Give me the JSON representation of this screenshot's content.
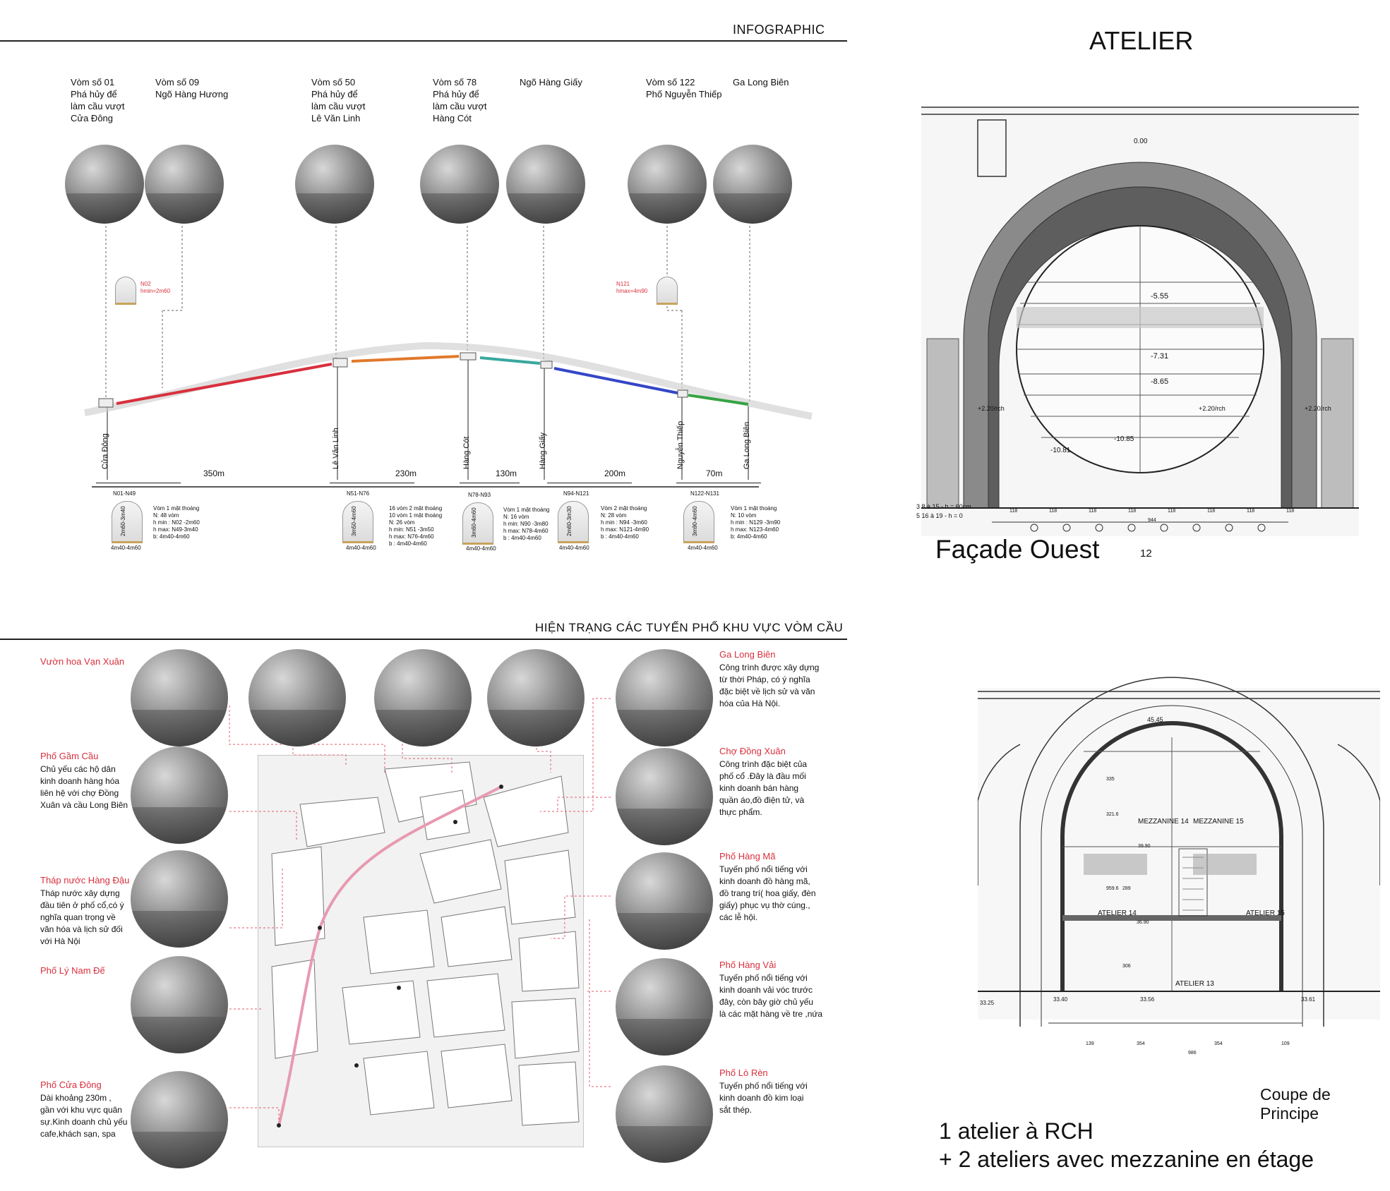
{
  "top_header": "INFOGRAPHIC",
  "atelier_title": "ATELIER",
  "vom_labels": [
    "Vòm số 01\nPhá hủy để\nlàm cầu vượt\nCửa Đông",
    "Vòm số 09\nNgõ Hàng Hương",
    "Vòm số 50\nPhá hủy để\nlàm cầu vượt\nLê Văn Linh",
    "Vòm số 78\nPhá hủy để\nlàm cầu vượt\nHàng Cót",
    "Ngõ Hàng Giấy",
    "Vòm số 122\nPhố Nguyễn Thiếp",
    "Ga Long Biên"
  ],
  "callouts": {
    "left": "N02\nhmin=2m60",
    "right": "N121\nhmax=4m90"
  },
  "stations": [
    "Cửa Đông",
    "Lê Văn Linh",
    "Hàng Cót",
    "Hàng Giấy",
    "Nguyễn Thiếp",
    "Ga Long Biên"
  ],
  "distances": [
    "350m",
    "230m",
    "130m",
    "200m",
    "70m"
  ],
  "spans": [
    {
      "id": "N01-N49",
      "arch": "2m60-3m40",
      "base": "4m40-4m60",
      "text": "Vòm 1 mặt thoáng\nN: 48 vòm\nh min : N02 -2m60\nh max: N49-3m40\nb: 4m40-4m60"
    },
    {
      "id": "N51-N76",
      "arch": "3m50-4m60",
      "base": "4m40-4m60",
      "text": "16 vòm 2 mặt thoáng\n10 vòm 1 mặt thoáng\nN: 26 vòm\nh min: N51 -3m50\nh max: N76-4m60\nb : 4m40-4m60"
    },
    {
      "id": "N78-N93",
      "arch": "3m60-4m60",
      "base": "4m40-4m60",
      "text": "Vòm 1 mặt thoáng\nN: 16 vòm\nh min: N90 -3m80\nh max: N78-4m60\nb : 4m40-4m60"
    },
    {
      "id": "N94-N121",
      "arch": "2m60-3m30",
      "base": "4m40-4m60",
      "text": "Vòm 2 mặt thoáng\nN: 28 vòm\nh min : N94 -3m60\nh max: N121-4m90\nb : 4m40-4m60"
    },
    {
      "id": "N122-N131",
      "arch": "3m90-4m60",
      "base": "4m40-4m60",
      "text": "Vòm 1 mặt thoáng\nN: 10 vòm\nh min : N129 -3m90\nh max: N123-4m60\nb: 4m40-4m60"
    }
  ],
  "section_header": "HIỆN TRẠNG CÁC TUYẾN PHỐ KHU VỰC VÒM CẦU",
  "left_places": [
    {
      "name": "Vườn hoa Vạn Xuân",
      "desc": ""
    },
    {
      "name": "Phố Gầm Cầu",
      "desc": "Chủ yếu các hộ dân\nkinh doanh hàng hóa\nliên hệ với chợ Đồng\nXuân và cầu Long Biên"
    },
    {
      "name": "Tháp nước Hàng Đậu",
      "desc": "Tháp nước xây dựng\nđầu tiên ở phố cổ,có ý\nnghĩa quan trọng về\nvăn hóa và lịch sử đối\nvới Hà Nội"
    },
    {
      "name": "Phố Lý Nam Đế",
      "desc": ""
    },
    {
      "name": "Phố Cửa Đông",
      "desc": "Dài khoảng 230m ,\ngần với khu vực quân\nsự.Kinh doanh chủ yếu\ncafe,khách sạn, spa"
    }
  ],
  "right_places": [
    {
      "name": "Ga Long Biên",
      "desc": "Công trình được xây dựng\ntừ thời Pháp, có ý nghĩa\nđặc biệt về lịch sử và văn\nhóa của Hà Nội."
    },
    {
      "name": "Chợ Đồng Xuân",
      "desc": "Công trình đặc biệt của\nphố cổ .Đây là đầu mối\nkinh doanh bán hàng\nquần áo,đồ điện tử, và\nthực phẩm."
    },
    {
      "name": "Phố Hàng Mã",
      "desc": "Tuyến phố nổi tiếng với\nkinh doanh đồ hàng mã,\nđồ trang trí( hoa giấy, đèn\ngiấy) phục vụ thờ cúng.,\ncác lễ hội."
    },
    {
      "name": "Phố Hàng Vải",
      "desc": "Tuyến phố nổi tiếng với\nkinh doanh vải vóc trước\nđây, còn bây giờ chủ yếu\nlà các mặt hàng về tre ,nứa"
    },
    {
      "name": "Phố Lò Rèn",
      "desc": "Tuyến phố nổi tiếng với\nkinh doanh đồ kim loại\nsắt thép."
    }
  ],
  "facade": {
    "caption": "Façade Ouest",
    "page_no": "12",
    "levels": [
      "0.00",
      "-5.55",
      "-7.31",
      "-8.65",
      "+2.20/rch",
      "+2.20/rch",
      "+2.20/rch",
      "-10.85",
      "-10.81"
    ],
    "notes": [
      "3 8 à 15 - h = 60cm",
      "5 16 à 19 - h = 0"
    ],
    "dims": [
      "118",
      "118",
      "118",
      "118",
      "118",
      "118",
      "118",
      "118",
      "944"
    ]
  },
  "section": {
    "caption": "Coupe de Principe",
    "labels": [
      "MEZZANINE 14",
      "MEZZANINE 15",
      "ATELIER 14",
      "ATELIER 15",
      "ATELIER 13"
    ],
    "levels": [
      "45.45",
      "39.90",
      "36.90",
      "33.25",
      "33.40",
      "33.56",
      "33.61"
    ],
    "vdims": [
      "335",
      "321.6",
      "289",
      "959.6",
      "306"
    ],
    "hdims": [
      "139",
      "354",
      "354",
      "109",
      "986"
    ]
  },
  "summary": {
    "line1": "1 atelier à RCH",
    "line2": "+ 2 ateliers avec mezzanine en étage"
  },
  "colors": {
    "segment_red": "#d8303d",
    "segment_orange": "#e07a2c",
    "segment_teal": "#3aa7a0",
    "segment_blue": "#3446c8",
    "segment_green": "#36a344",
    "pink_route": "#e79ab0",
    "leader_red": "#e35b6a",
    "name_red": "#d8303d"
  }
}
